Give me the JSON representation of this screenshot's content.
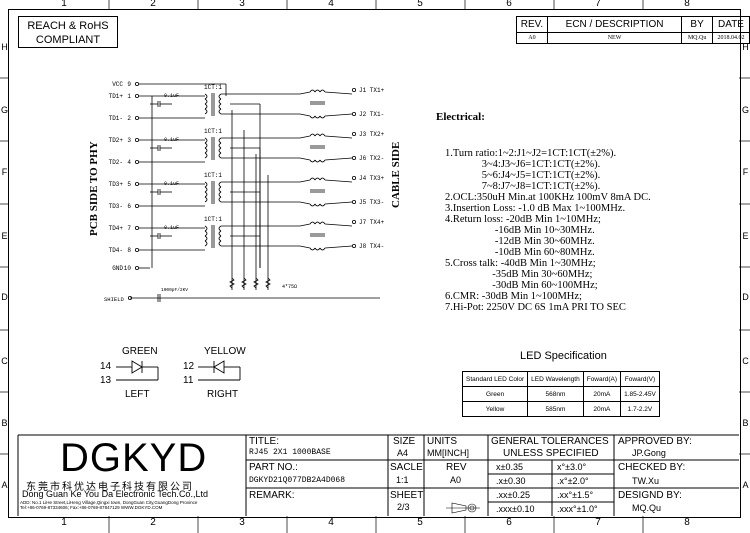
{
  "columns": [
    "1",
    "2",
    "3",
    "4",
    "5",
    "6",
    "7",
    "8"
  ],
  "rows": [
    "H",
    "G",
    "F",
    "E",
    "D",
    "C",
    "B",
    "A"
  ],
  "compliance": [
    "REACH & RoHS",
    "COMPLIANT"
  ],
  "revision": {
    "headers": [
      "REV.",
      "ECN / DESCRIPTION",
      "BY",
      "DATE"
    ],
    "row": [
      "A0",
      "NEW",
      "MQ.Qu",
      "2018.04.02"
    ]
  },
  "schematic": {
    "pins_left": [
      "VCC",
      "TD1+",
      "TD1-",
      "TD2+",
      "TD2-",
      "TD3+",
      "TD3-",
      "TD4+",
      "TD4-",
      "GND"
    ],
    "pin_nums_left": [
      "9",
      "1",
      "2",
      "3",
      "4",
      "5",
      "6",
      "7",
      "8",
      "10"
    ],
    "pins_right": [
      "J1 TX1+",
      "J2 TX1-",
      "J3 TX2+",
      "J6 TX2-",
      "J4 TX3+",
      "J5 TX3-",
      "J7 TX4+",
      "J8 TX4-"
    ],
    "cap_labels": [
      "0.1uF",
      "0.1uF",
      "0.1uF",
      "0.1uF"
    ],
    "ratio_labels": [
      "1CT:1",
      "1CT:1",
      "1CT:1",
      "1CT:1"
    ],
    "resistor_label": "4*75Ω",
    "shield_label": "SHIELD",
    "shield_cap_label": "1000pF/2KV",
    "pcb_side": "PCB SIDE TO PHY",
    "cable_side": "CABLE SIDE"
  },
  "electrical": {
    "title": "Electrical:",
    "lines": [
      "1.Turn ratio:1~2:J1~J2=1CT:1CT(±2%).",
      "              3~4:J3~J6=1CT:1CT(±2%).",
      "              5~6:J4~J5=1CT:1CT(±2%).",
      "              7~8:J7~J8=1CT:1CT(±2%).",
      "2.OCL:350uH Min.at 100KHz 100mV 8mA DC.",
      "3.Insertion Loss: -1.0 dB Max 1~100MHz.",
      "4.Return loss: -20dB Min 1~10MHz;",
      "                   -16dB Min 10~30MHz.",
      "                   -12dB Min 30~60MHz.",
      "                   -10dB Min 60~80MHz.",
      "5.Cross talk: -40dB Min 1~30MHz;",
      "                  -35dB Min 30~60MHz;",
      "                  -30dB Min 60~100MHz;",
      "6.CMR: -30dB Min 1~100MHz;",
      "7.Hi-Pot: 2250V DC 6S 1mA PRI TO SEC"
    ]
  },
  "leds": {
    "green": {
      "label": "GREEN",
      "pin_a": "14",
      "pin_b": "13",
      "position": "LEFT"
    },
    "yellow": {
      "label": "YELLOW",
      "pin_a": "12",
      "pin_b": "11",
      "position": "RIGHT"
    }
  },
  "led_spec": {
    "title": "LED Specification",
    "headers": [
      "Standard LED Color",
      "LED Wavelength",
      "Foward(A)",
      "Foward(V)"
    ],
    "rows": [
      [
        "Green",
        "568nm",
        "20mA",
        "1.85-2.45V"
      ],
      [
        "Yellow",
        "585nm",
        "20mA",
        "1.7-2.2V"
      ]
    ]
  },
  "title_block": {
    "logo": "DGKYD",
    "company_cn": "东莞市科优达电子科技有限公司",
    "company_en": "Dong Guan Ke You Da Electronic Tech.Co.,Ltd",
    "address": "ADD: No.1 LiHe Street,LiHeng Village,Qingxi town, DongGuan City,GuangDong Province",
    "contact": "Tel:+86-0769-87334606; Fax:+86-0769-87847129  WWW.DGKYD.COM",
    "title_label": "TITLE:",
    "title_value": "RJ45 2X1 1000BASE",
    "part_label": "PART NO.:",
    "part_value": "DGKYD21Q077DB2A4D068",
    "remark_label": "REMARK:",
    "size_label": "SIZE",
    "size_value": "A4",
    "units_label": "UNITS",
    "units_value": "MM[INCH]",
    "scale_label": "SACLE",
    "scale_value": "1:1",
    "rev_label": "REV",
    "rev_value": "A0",
    "sheet_label": "SHEET",
    "sheet_value": "2/3",
    "tol_title_1": "GENERAL TOLERANCES",
    "tol_title_2": "UNLESS SPECIFIED",
    "tolerances": [
      [
        "x±0.35",
        "x°±3.0°"
      ],
      [
        ".x±0.30",
        ".x°±2.0°"
      ],
      [
        ".xx±0.25",
        ".xx°±1.5°"
      ],
      [
        ".xxx±0.10",
        ".xxx°±1.0°"
      ]
    ],
    "approved_label": "APPROVED BY:",
    "approved_value": "JP.Gong",
    "checked_label": "CHECKED BY:",
    "checked_value": "TW.Xu",
    "designed_label": "DESIGND BY:",
    "designed_value": "MQ.Qu"
  }
}
